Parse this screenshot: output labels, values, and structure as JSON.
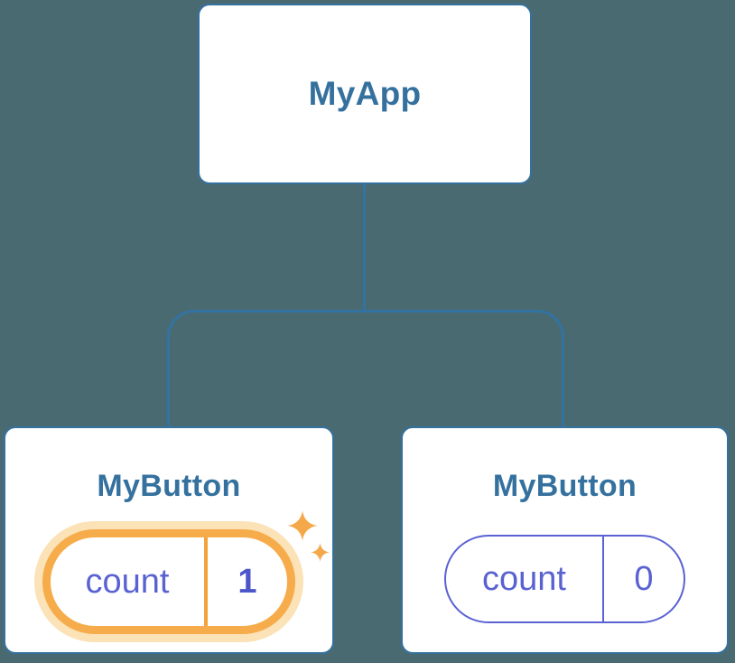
{
  "colors": {
    "bg": "#4a6a72",
    "line": "#3273a1",
    "card_border": "#35719e",
    "card_bg": "#ffffff",
    "node_text": "#35719e",
    "state_text": "#5a62d2",
    "state_value_bold": "#4c55c9",
    "state_border": "#5a62d2",
    "highlight_orange": "#f6ac4b",
    "highlight_glow": "#fbe2b7",
    "highlight_divider": "#f2a33c",
    "sparkle": "#f5a84a"
  },
  "icons": {
    "sparkle_large": "✦",
    "sparkle_small": "✦"
  },
  "tree": {
    "root": {
      "label": "MyApp"
    },
    "children": [
      {
        "label": "MyButton",
        "state": {
          "key": "count",
          "value": "1"
        },
        "highlighted": true
      },
      {
        "label": "MyButton",
        "state": {
          "key": "count",
          "value": "0"
        },
        "highlighted": false
      }
    ]
  }
}
